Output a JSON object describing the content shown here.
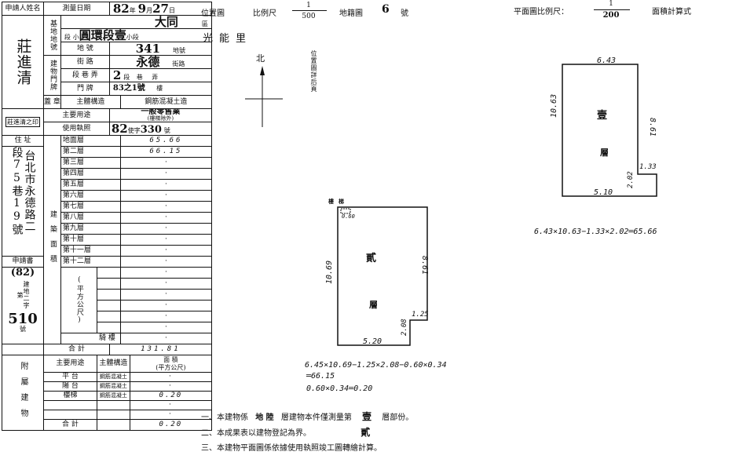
{
  "left": {
    "applicant_label": "申請人姓名",
    "applicant_name": "莊進清",
    "seal_label": "蓋 章",
    "seal_chars": [
      "莊",
      "進清",
      "之印"
    ],
    "address_label": "住 址",
    "address_lines": [
      "台北市永德路二",
      "段75巷19號"
    ],
    "application_label": "申請書",
    "application_year": "(82)",
    "application_word": "建地二字第",
    "application_number": "510",
    "application_number_suffix": "號",
    "survey_date_label": "測量日期",
    "survey_year": "82",
    "survey_month": "9",
    "survey_day": "27",
    "year_char": "年",
    "month_char": "月",
    "day_char": "日",
    "land_base_label": "基地地號",
    "district": "大同",
    "district_suffix": "區",
    "section_prefix": "段",
    "section_small": "小",
    "section_name": "圓環段",
    "section_sub": "壹",
    "section_suffix": "小段",
    "land_no_label": "地 號",
    "land_no": "341",
    "land_no_suffix": "地號",
    "doorplate_label": "建物門牌",
    "street_label": "街 路",
    "street": "永德",
    "street_suffix": "街路",
    "lane_label": "段 巷 弄",
    "lane_section": "2",
    "lane_section_suffix": "段",
    "lane_mid": "巷",
    "lane_suffix": "弄",
    "door_label": "門 牌",
    "door_no": "83之1號",
    "door_suffix": "樓",
    "structure_label": "主體構造",
    "structure": "鋼筋混凝土造",
    "main_use_label": "主要用途",
    "main_use": "一般零售業",
    "main_use_note": "(樓梯除外)",
    "license_label": "使用執照",
    "license_year": "82",
    "license_word": "使字",
    "license_no": "330",
    "license_suffix": "號",
    "area_section_label": "建築面積",
    "area_unit_label": "(平方公尺)",
    "floors": [
      {
        "name": "地面層",
        "area": "65.66"
      },
      {
        "name": "第二層",
        "area": "66.15"
      },
      {
        "name": "第三層",
        "area": "·"
      },
      {
        "name": "第四層",
        "area": "·"
      },
      {
        "name": "第五層",
        "area": "·"
      },
      {
        "name": "第六層",
        "area": "·"
      },
      {
        "name": "第七層",
        "area": "·"
      },
      {
        "name": "第八層",
        "area": "·"
      },
      {
        "name": "第九層",
        "area": "·"
      },
      {
        "name": "第十層",
        "area": "·"
      },
      {
        "name": "第十一層",
        "area": "·"
      },
      {
        "name": "第十二層",
        "area": "·"
      },
      {
        "name": "",
        "area": "·"
      },
      {
        "name": "",
        "area": "·"
      },
      {
        "name": "",
        "area": "·"
      },
      {
        "name": "",
        "area": "·"
      },
      {
        "name": "",
        "area": "·"
      },
      {
        "name": "",
        "area": "·"
      },
      {
        "name": "騎 樓",
        "area": "·"
      }
    ],
    "total_label": "合 計",
    "total_area": "131.81",
    "annex_label": "附屬建物",
    "annex_use_header": "主要用途",
    "annex_struct_header": "主體構造",
    "annex_area_header": "面 積",
    "annex_area_unit": "(平方公尺)",
    "annex_rows": [
      {
        "use": "平 台",
        "struct": "鋼筋混凝土",
        "area": "·"
      },
      {
        "use": "陽 台",
        "struct": "鋼筋混凝土",
        "area": "·"
      },
      {
        "use": "樓梯",
        "struct": "鋼筋混凝土",
        "area": "0.20"
      },
      {
        "use": "",
        "struct": "",
        "area": "·"
      },
      {
        "use": "",
        "struct": "",
        "area": "·"
      }
    ],
    "annex_total_label": "合 計",
    "annex_total": "0.20"
  },
  "header": {
    "location_map_label": "位置圖",
    "scale_label": "比例尺",
    "scale_num": "1",
    "scale_den": "500",
    "cadastral_label": "地籍圖",
    "cadastral_no": "6",
    "cadastral_suffix": "號",
    "plan_scale_label": "平面圖比例尺：",
    "plan_scale_num": "1",
    "plan_scale_den": "200",
    "area_calc_label": "面積計算式"
  },
  "location": {
    "village": "光能里",
    "north": "北",
    "location_note": "位置圖詳后頁"
  },
  "plan1": {
    "floor_char": "壹",
    "floor_label": "層",
    "top": "6.43",
    "left": "10.63",
    "right": "8.61",
    "notch_w": "1.33",
    "notch_h": "2.02",
    "bottom": "5.10",
    "formula": "6.43×10.63−1.33×2.02═65.66"
  },
  "plan2": {
    "stair_label": "樓梯",
    "floor_char": "貳",
    "floor_label": "層",
    "stair_dim": "0.60",
    "stair_side": "0.34",
    "left": "10.69",
    "right": "8.61",
    "notch_w": "1.25",
    "notch_h": "2.08",
    "bottom": "5.20",
    "formula_line1": "6.45×10.69−1.25×2.08−0.60×0.34",
    "formula_line2": "═66.15",
    "formula_line3": "0.60×0.34═0.20"
  },
  "notes": [
    {
      "pre": "一、本建物係",
      "mid1": "地 陸",
      "txt1": "層建物本件僅測量第",
      "mid2": "壹",
      "txt2": "層部份。"
    },
    {
      "pre": "二、本成果表以建物登記為界。",
      "mid1": "貳",
      "txt1": "",
      "mid2": "",
      "txt2": ""
    },
    {
      "pre": "三、本建物平面圖係依據使用執照竣工圖轉繪計算。",
      "mid1": "",
      "txt1": "",
      "mid2": "",
      "txt2": ""
    }
  ]
}
